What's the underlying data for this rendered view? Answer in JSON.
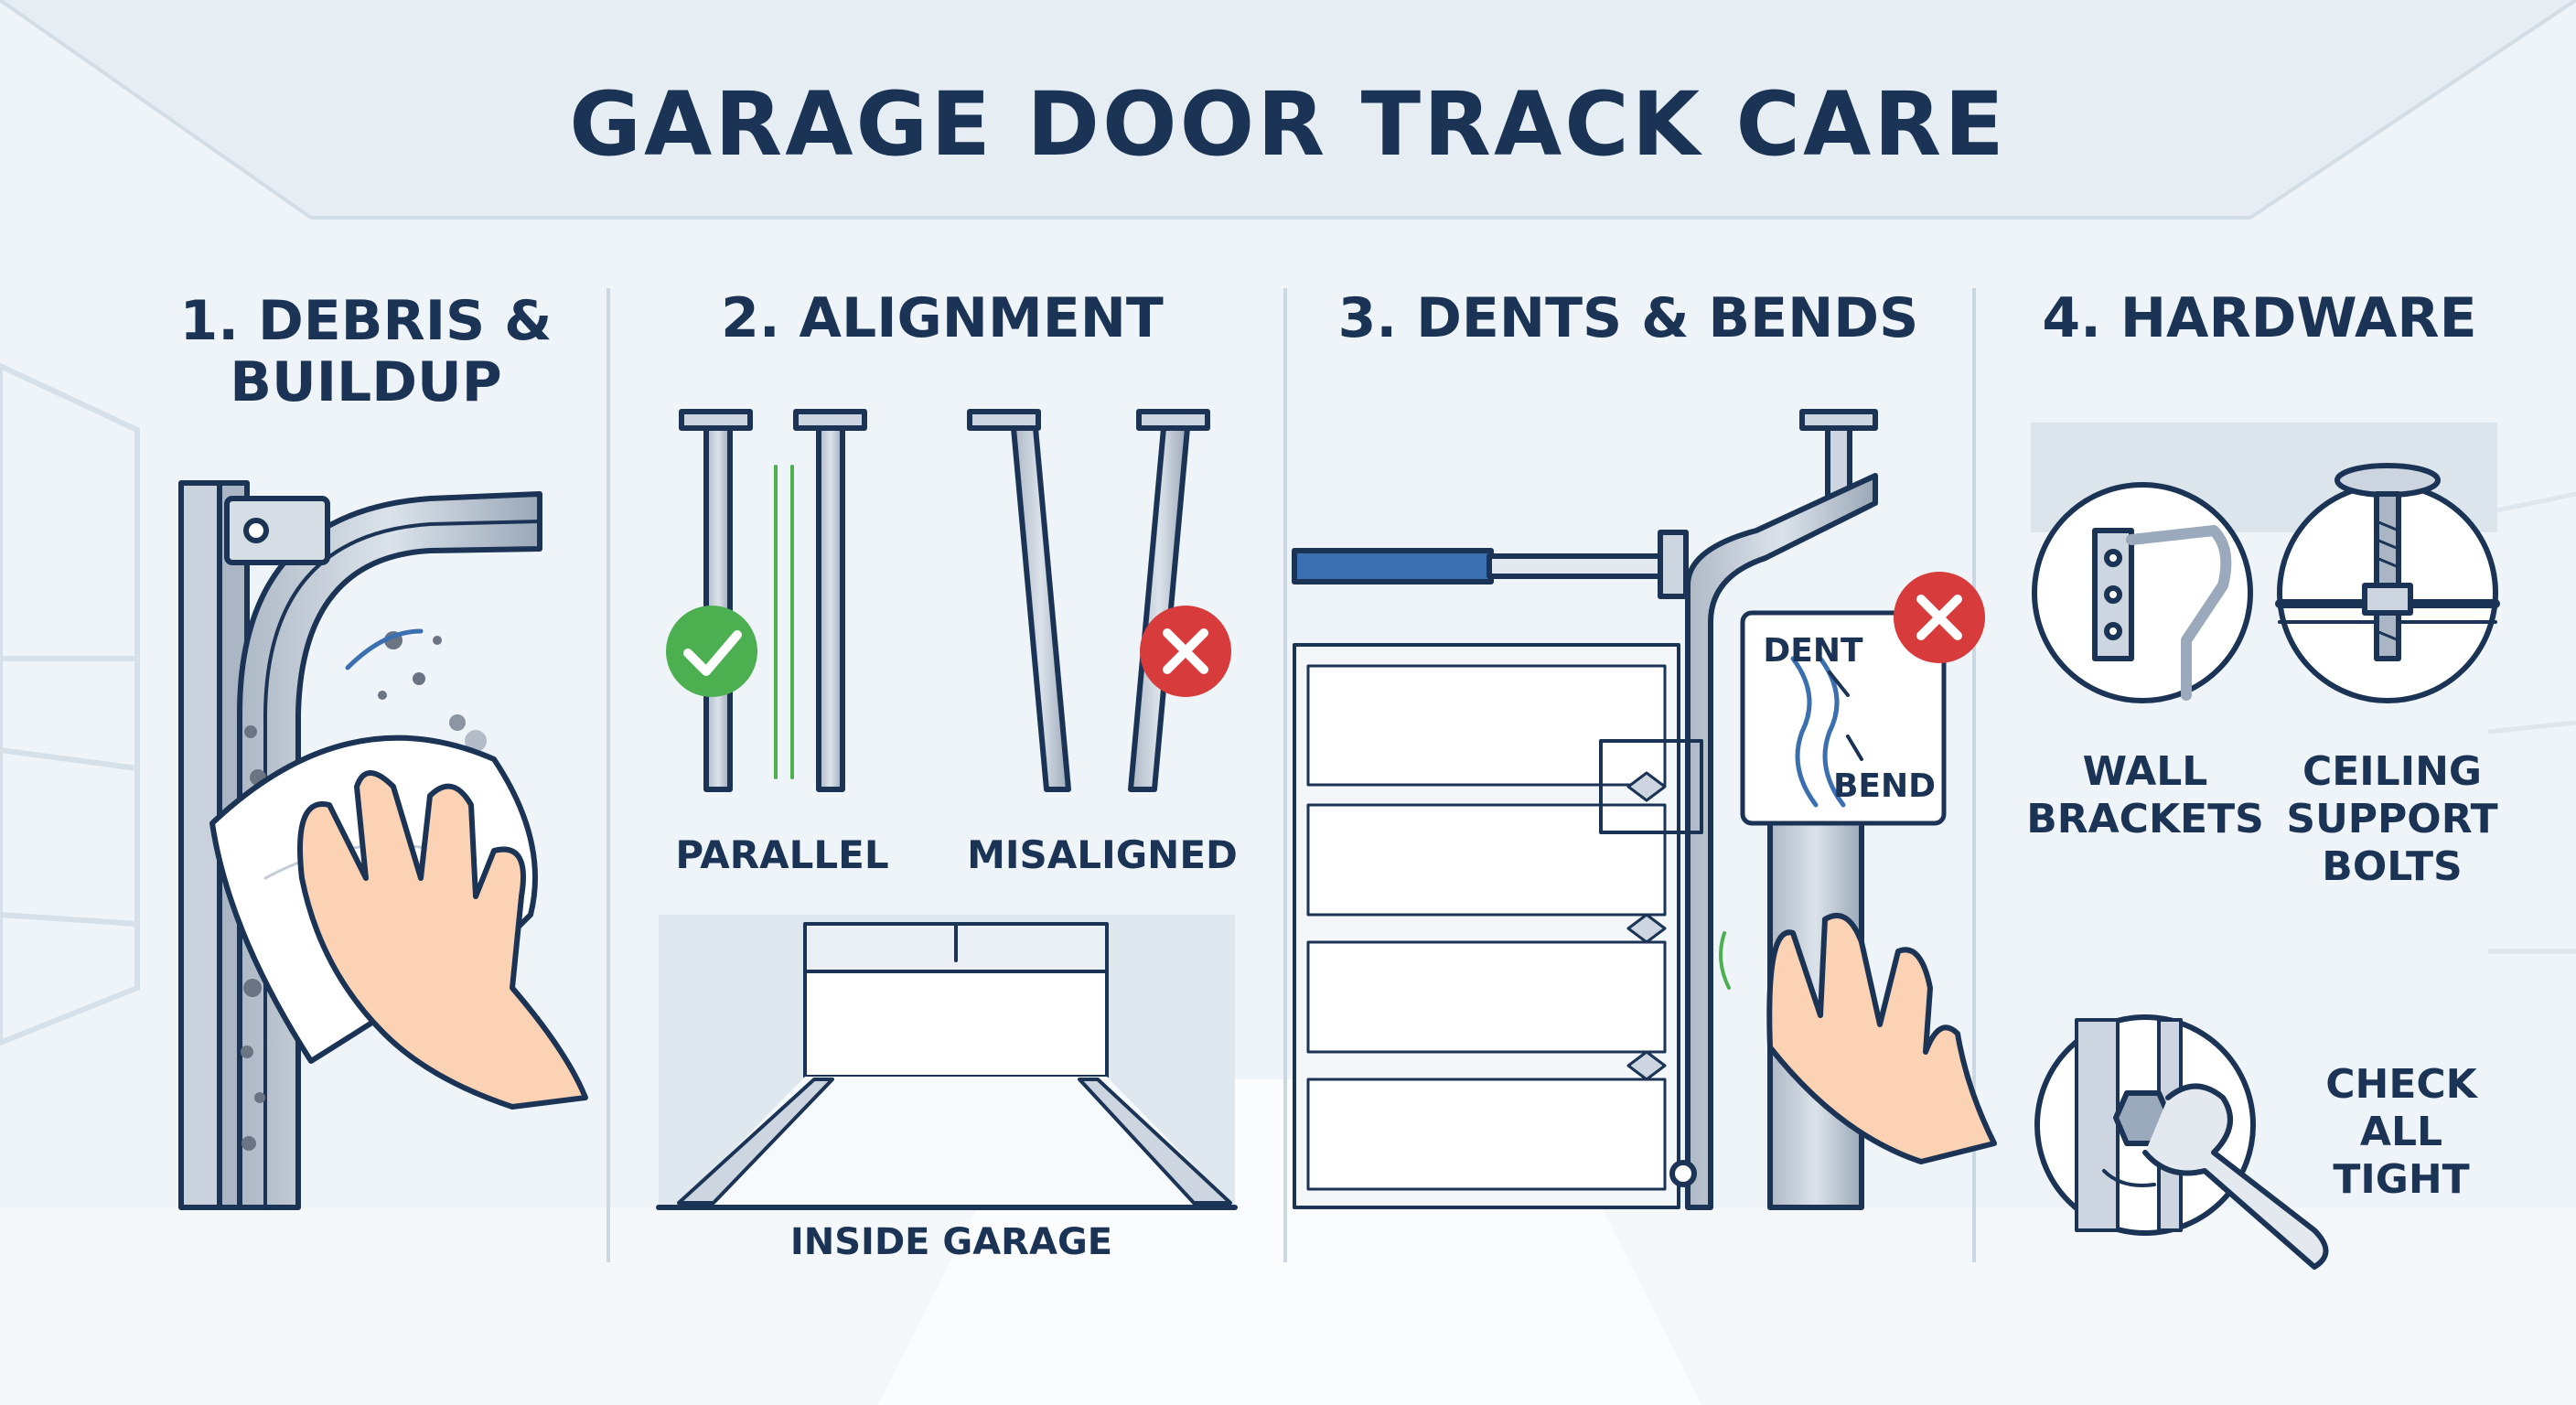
{
  "title": "GARAGE DOOR TRACK CARE",
  "palette": {
    "navy": "#1b3354",
    "background": "#eef4f8",
    "steel": "#9aa9bb",
    "steel_light": "#cdd6e0",
    "accent_blue": "#3a6fb0",
    "check_green": "#4caf50",
    "cross_red": "#d83b3b",
    "skin": "#fbd3b4"
  },
  "panels": [
    {
      "heading": "1. DEBRIS & BUILDUP",
      "icons": [
        "wall-bracket-icon",
        "curved-track-icon",
        "cleaning-cloth-icon",
        "hand-icon",
        "debris-particles-icon"
      ]
    },
    {
      "heading": "2. ALIGNMENT",
      "labels": {
        "parallel": "PARALLEL",
        "misaligned": "MISALIGNED",
        "garage": "INSIDE GARAGE"
      },
      "icons": [
        "check-circle-icon",
        "cross-circle-icon"
      ]
    },
    {
      "heading": "3. DENTS & BENDS",
      "labels": {
        "dent": "DENT",
        "bend": "BEND"
      },
      "icons": [
        "cross-circle-icon",
        "hand-icon",
        "garage-door-icon"
      ]
    },
    {
      "heading": "4. HARDWARE",
      "labels": {
        "wall": "WALL BRACKETS",
        "ceiling": "CEILING SUPPORT BOLTS",
        "check": "CHECK ALL TIGHT"
      },
      "icons": [
        "wall-bracket-icon",
        "ceiling-bolt-icon",
        "wrench-icon"
      ]
    }
  ]
}
